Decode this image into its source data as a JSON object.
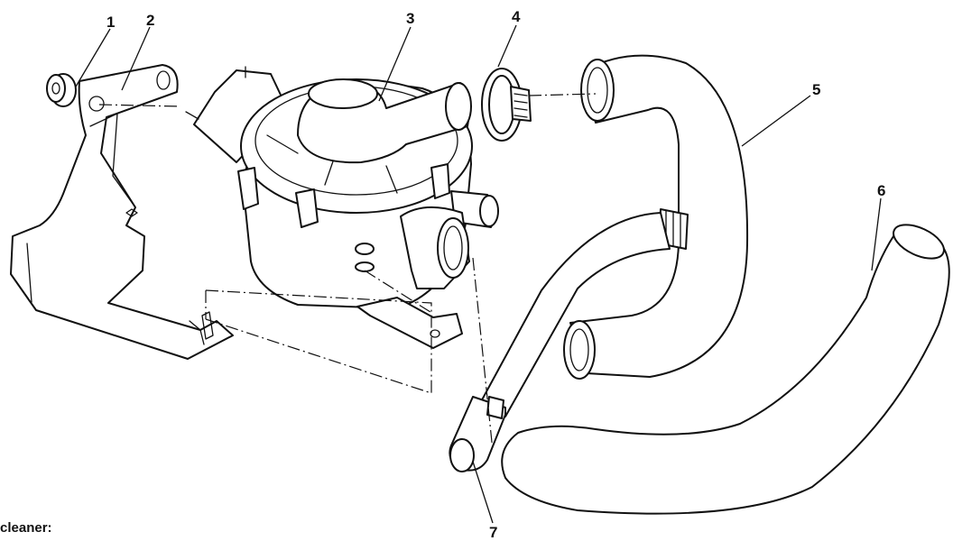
{
  "caption": "cleaner:",
  "callouts": [
    {
      "id": "1",
      "label": "1"
    },
    {
      "id": "2",
      "label": "2"
    },
    {
      "id": "3",
      "label": "3"
    },
    {
      "id": "4",
      "label": "4"
    },
    {
      "id": "5",
      "label": "5"
    },
    {
      "id": "6",
      "label": "6"
    },
    {
      "id": "7",
      "label": "7"
    }
  ],
  "parts": [
    {
      "callout": "1",
      "name": "grommet"
    },
    {
      "callout": "2",
      "name": "mounting-bracket"
    },
    {
      "callout": "3",
      "name": "air-cleaner-housing"
    },
    {
      "callout": "4",
      "name": "hose-clamp"
    },
    {
      "callout": "5",
      "name": "u-bend-hose"
    },
    {
      "callout": "6",
      "name": "curved-hose"
    },
    {
      "callout": "7",
      "name": "straight-hose"
    }
  ]
}
